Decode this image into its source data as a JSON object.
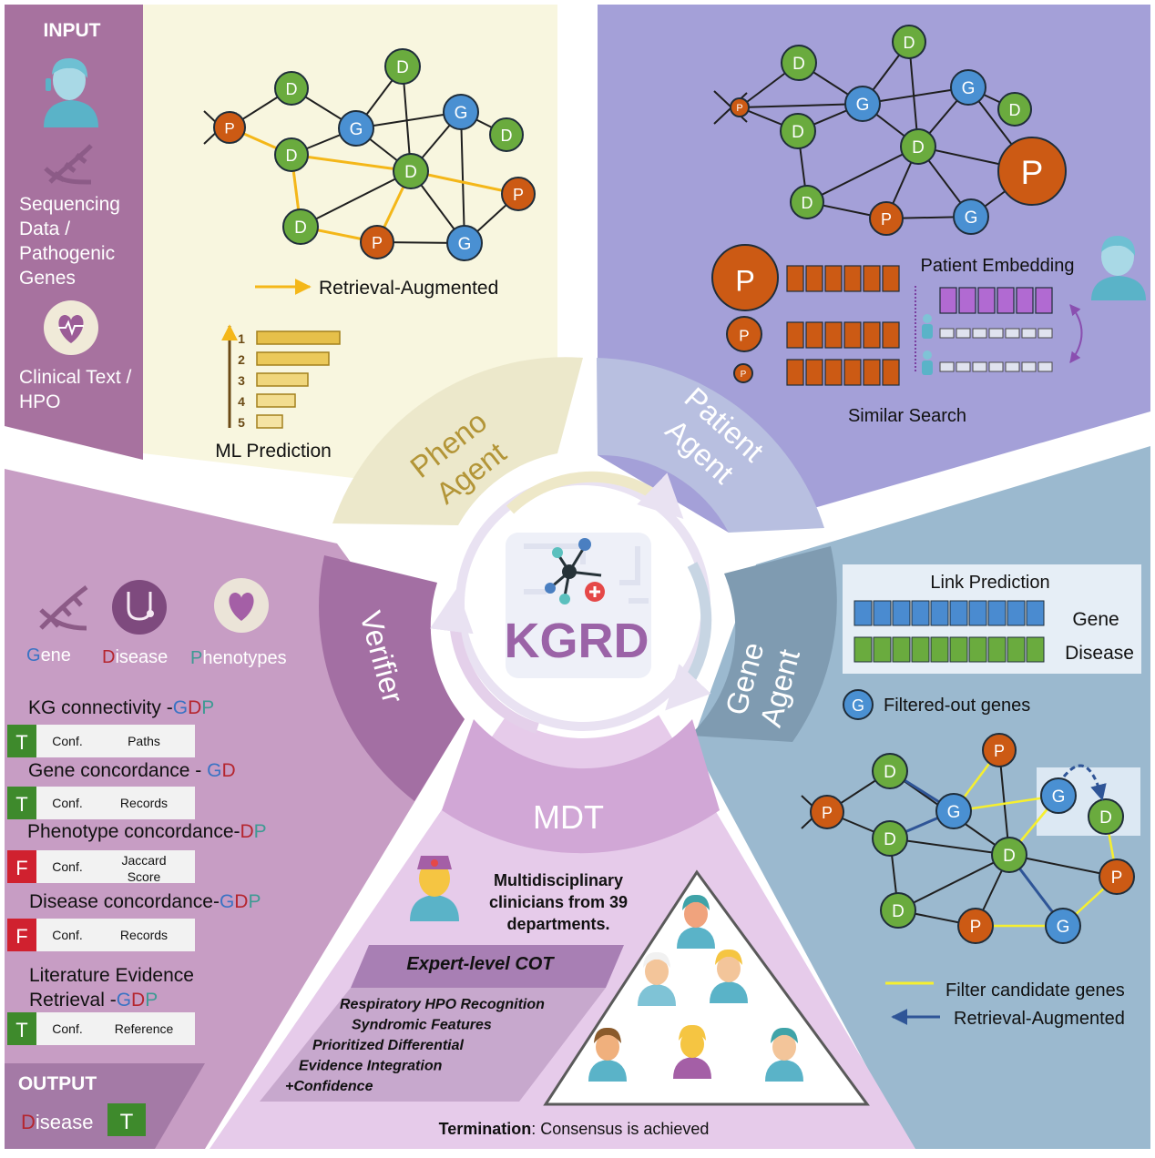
{
  "center": {
    "title": "KGRD"
  },
  "agents": {
    "pheno": [
      "Pheno",
      "Agent"
    ],
    "patient": [
      "Patient",
      "Agent"
    ],
    "gene": [
      "Gene",
      "Agent"
    ],
    "verifier": "Verifier",
    "mdt": "MDT"
  },
  "input": {
    "header": "INPUT",
    "seq_lines": [
      "Sequencing",
      "Data /",
      "Pathogenic",
      "Genes"
    ],
    "clin_lines": [
      "Clinical Text /",
      "HPO"
    ]
  },
  "output": {
    "header": "OUTPUT",
    "disease_prefix": "D",
    "disease_rest": "isease",
    "tag": "T"
  },
  "pheno_panel": {
    "legend_label": "Retrieval-Augmented",
    "ml_label": "ML Prediction",
    "ranks": [
      "1",
      "2",
      "3",
      "4",
      "5"
    ]
  },
  "patient_panel": {
    "embedding_label": "Patient Embedding",
    "search_label": "Similar Search"
  },
  "gene_panel": {
    "link_prediction": "Link Prediction",
    "gene_label": "Gene",
    "disease_label": "Disease",
    "filtered_label": "Filtered-out genes",
    "legend_filter": "Filter candidate genes",
    "legend_retrieval": "Retrieval-Augmented"
  },
  "verifier_panel": {
    "legend": {
      "gene": {
        "first": "G",
        "rest": "ene"
      },
      "disease": {
        "first": "D",
        "rest": "isease"
      },
      "phenotypes": {
        "first": "P",
        "rest": "henotypes"
      }
    },
    "checks": [
      {
        "title": "KG connectivity",
        "sep": " -",
        "codes": [
          "G",
          "D",
          "P"
        ],
        "flag": "T",
        "conf": "Conf.",
        "metric": [
          "Paths"
        ]
      },
      {
        "title": "Gene concordance",
        "sep": " - ",
        "codes": [
          "G",
          "D"
        ],
        "flag": "T",
        "conf": "Conf.",
        "metric": [
          "Records"
        ]
      },
      {
        "title": "Phenotype concordance",
        "sep": "-",
        "codes": [
          "D",
          "P"
        ],
        "flag": "F",
        "conf": "Conf.",
        "metric": [
          "Jaccard",
          "Score"
        ]
      },
      {
        "title": "Disease concordance",
        "sep": "-",
        "codes": [
          "G",
          "D",
          "P"
        ],
        "flag": "F",
        "conf": "Conf.",
        "metric": [
          "Records"
        ]
      },
      {
        "title": "Literature Evidence",
        "title2": "Retrieval",
        "sep": " -",
        "codes": [
          "G",
          "D",
          "P"
        ],
        "flag": "T",
        "conf": "Conf.",
        "metric": [
          "Reference"
        ]
      }
    ]
  },
  "mdt_panel": {
    "clinicians": [
      "Multidisciplinary",
      "clinicians from 39",
      "departments."
    ],
    "cot_title": "Expert-level COT",
    "cot_steps": [
      "Respiratory HPO Recognition",
      "Syndromic Features",
      "Prioritized Differential",
      "Evidence Integration",
      "+Confidence"
    ],
    "termination_bold": "Termination",
    "termination_rest": ": Consensus is achieved"
  },
  "node_letters": {
    "p": "P",
    "d": "D",
    "g": "G"
  },
  "colors": {
    "patient_node": "#cc5a14",
    "disease_node": "#6aab3e",
    "gene_node": "#4a90d2",
    "arrow_yellow": "#f4b719",
    "true_flag": "#3e8a2c",
    "false_flag": "#d0212f",
    "gene_code": "#3a73c4",
    "disease_code": "#b5262f",
    "pheno_code": "#3f9a93"
  }
}
